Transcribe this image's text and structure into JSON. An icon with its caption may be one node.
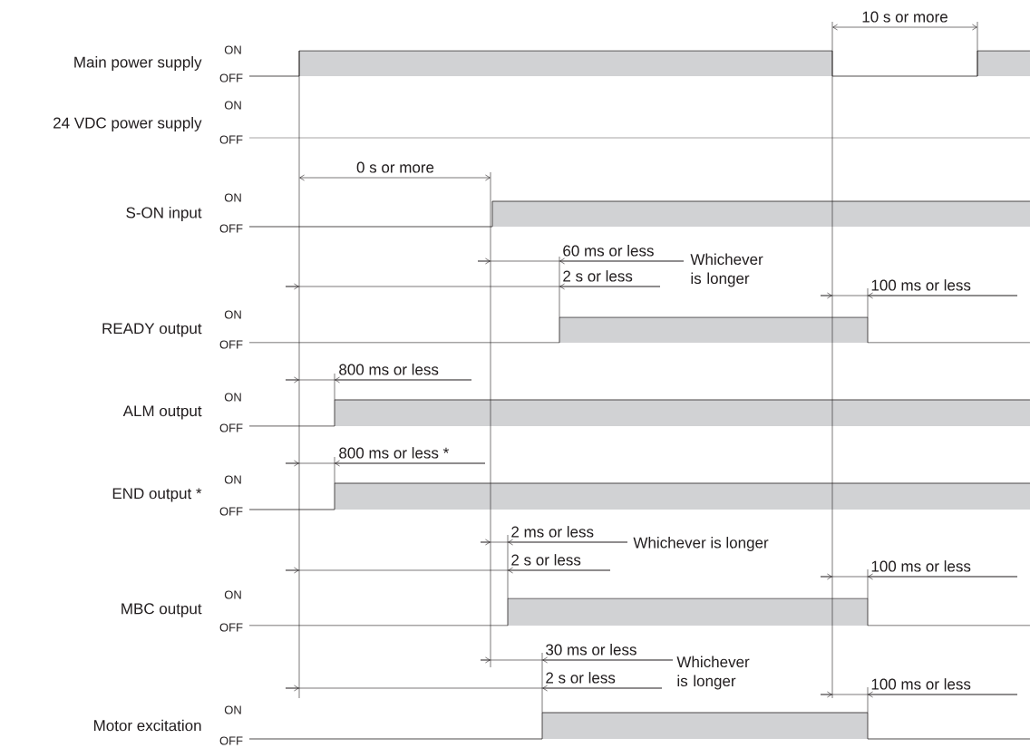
{
  "diagram": {
    "labels": [
      "Main power supply",
      "ON",
      "OFF",
      "24 VDC power supply",
      "ON",
      "OFF",
      "S-ON input",
      "ON",
      "OFF",
      "READY output",
      "ON",
      "OFF",
      "ALM output",
      "ON",
      "OFF",
      "END output *",
      "ON",
      "OFF",
      "MBC output",
      "ON",
      "OFF",
      "Motor excitation",
      "ON",
      "OFF",
      "10 s or more",
      "0 s or more",
      "60 ms or less",
      "2 s or less",
      "Whichever is longer",
      "100 ms or less",
      "800 ms or less",
      "800 ms or less *",
      "2 ms or less",
      "2 s or less",
      "Whichever is longer",
      "100 ms or less",
      "30 ms or less",
      "2 s or less",
      "Whichever is longer",
      "100 ms or less"
    ]
  }
}
